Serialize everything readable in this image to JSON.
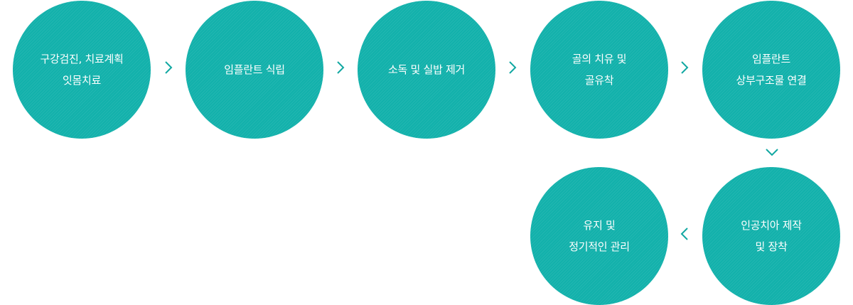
{
  "colors": {
    "circle": "#12b1ab",
    "arrow": "#12a8a2",
    "text": "#ffffff"
  },
  "steps": [
    {
      "lines": [
        "구강검진, 치료계획",
        "잇몸치료"
      ]
    },
    {
      "lines": [
        "임플란트 식립"
      ]
    },
    {
      "lines": [
        "소독 및 실밥 제거"
      ]
    },
    {
      "lines": [
        "골의 치유 및",
        "골유착"
      ]
    },
    {
      "lines": [
        "임플란트",
        "상부구조물 연결"
      ]
    },
    {
      "lines": [
        "인공치아 제작",
        "및 장착"
      ]
    },
    {
      "lines": [
        "유지 및",
        "정기적인 관리"
      ]
    }
  ],
  "arrows": [
    {
      "icon": "chevron-right-icon"
    },
    {
      "icon": "chevron-right-icon"
    },
    {
      "icon": "chevron-right-icon"
    },
    {
      "icon": "chevron-right-icon"
    },
    {
      "icon": "chevron-down-icon"
    },
    {
      "icon": "chevron-left-icon"
    }
  ]
}
